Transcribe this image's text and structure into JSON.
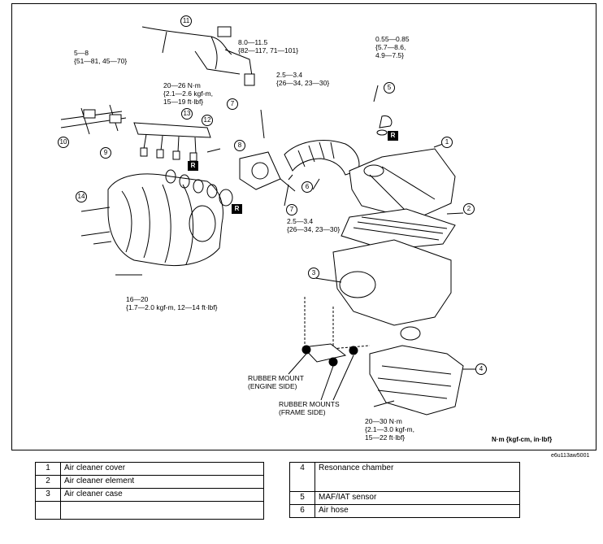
{
  "torques": {
    "t_5_8": "5—8\n{51—81, 45—70}",
    "t_20_26": "20—26 N·m\n{2.1—2.6 kgf-m,\n15—19 ft·lbf}",
    "t_8_115": "8.0—11.5\n{82—117, 71—101}",
    "t_25_34_top": "2.5—3.4\n{26—34, 23—30}",
    "t_055_085": "0.55—0.85\n{5.7—8.6,\n4.9—7.5}",
    "t_25_34_mid": "2.5—3.4\n{26—34, 23—30}",
    "t_16_20": "16—20\n{1.7—2.0 kgf-m, 12—14 ft·lbf}",
    "t_20_30": "20—30 N·m\n{2.1—3.0 kgf-m,\n15—22 ft·lbf}"
  },
  "annotations": {
    "rubber_mount_engine": "RUBBER MOUNT\n(ENGINE SIDE)",
    "rubber_mounts_frame": "RUBBER MOUNTS\n(FRAME SIDE)",
    "unit_note": "N·m {kgf-cm, in·lbf}",
    "image_code": "e6u113aw5001",
    "r_mark": "R"
  },
  "callouts": [
    "1",
    "2",
    "3",
    "4",
    "5",
    "6",
    "7",
    "7",
    "8",
    "9",
    "10",
    "11",
    "12",
    "13",
    "14"
  ],
  "parts_left": [
    {
      "num": "1",
      "name": "Air cleaner cover"
    },
    {
      "num": "2",
      "name": "Air cleaner element"
    },
    {
      "num": "3",
      "name": "Air cleaner case"
    }
  ],
  "parts_right": [
    {
      "num": "4",
      "name": "Resonance chamber"
    },
    {
      "num": "5",
      "name": "MAF/IAT sensor"
    },
    {
      "num": "6",
      "name": "Air hose"
    }
  ]
}
